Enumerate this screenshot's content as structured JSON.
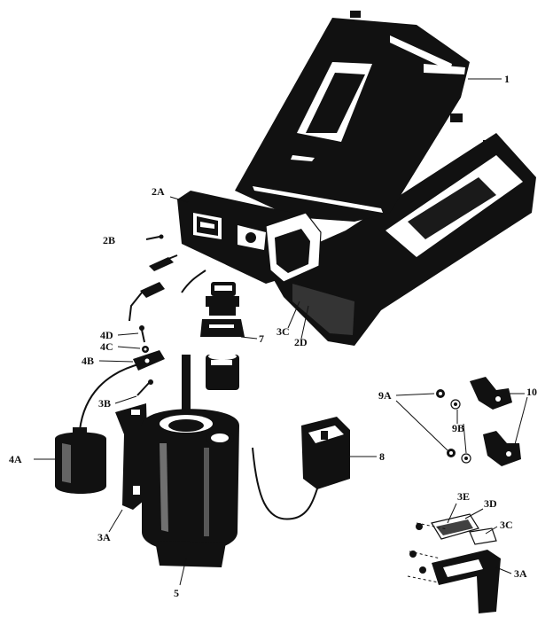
{
  "labels": {
    "l1": "1",
    "l2A": "2A",
    "l2B": "2B",
    "l3C": "3C",
    "l2D": "2D",
    "l7": "7",
    "l4D": "4D",
    "l4C": "4C",
    "l4B": "4B",
    "l3B": "3B",
    "l4A": "4A",
    "l3A": "3A",
    "l5": "5",
    "l8": "8",
    "l9A": "9A",
    "l9B": "9B",
    "l10": "10",
    "l3E": "3E",
    "l3D": "3D",
    "l3C_detail": "3C",
    "l3A_detail": "3A"
  },
  "colors": {
    "ink": "#111111",
    "paper": "#ffffff"
  }
}
